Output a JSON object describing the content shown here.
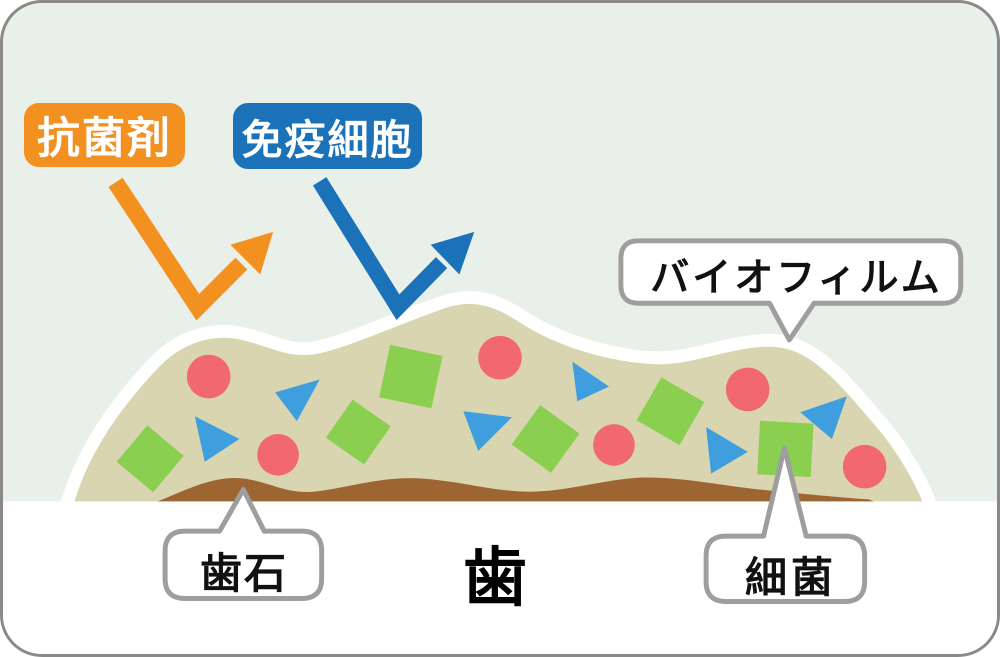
{
  "diagram": {
    "labels": {
      "antibacterial": "抗菌剤",
      "immune_cell": "免疫細胞"
    },
    "callouts": {
      "biofilm": "バイオフィルム",
      "tartar": "歯石",
      "bacteria": "細菌"
    },
    "tooth": "歯"
  },
  "colors": {
    "background": "#e9f0e9",
    "orange": "#f29120",
    "label-blue": "#1b72b8",
    "biofilm": "#d8d5b0",
    "brown": "#9c6531",
    "red": "#f2686f",
    "green": "#8bcf50",
    "triangle-blue": "#3f9edd",
    "bubble-border": "#9e9e9e",
    "bubble-fill": "#ffffff",
    "frame-border": "#8a8a8a",
    "tooth-white": "#ffffff",
    "text": "#111111"
  }
}
